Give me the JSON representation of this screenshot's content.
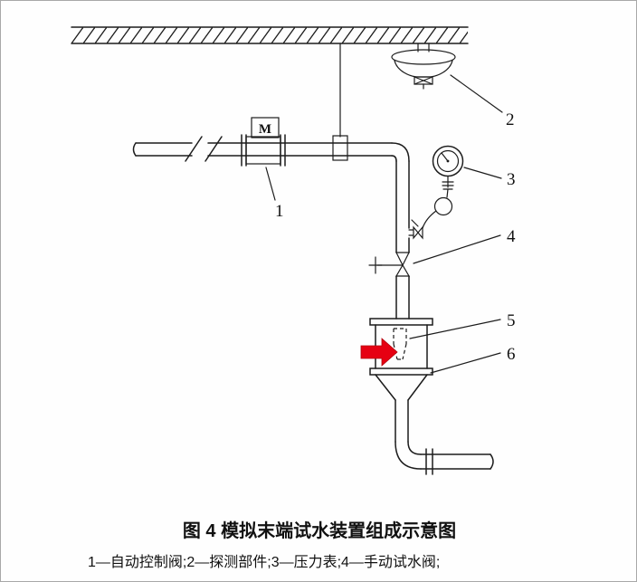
{
  "figure": {
    "caption": "图 4  模拟末端试水装置组成示意图",
    "legend": "1—自动控制阀;2—探测部件;3—压力表;4—手动试水阀;"
  },
  "diagram": {
    "motor_label": "M",
    "part_labels": [
      "1",
      "2",
      "3",
      "4",
      "5",
      "6"
    ],
    "parts": [
      {
        "number": "1",
        "name": "自动控制阀"
      },
      {
        "number": "2",
        "name": "探测部件"
      },
      {
        "number": "3",
        "name": "压力表"
      },
      {
        "number": "4",
        "name": "手动试水阀"
      }
    ],
    "colors": {
      "line": "#1c1c1c",
      "arrow_red": "#e60012",
      "background": "#fefefe"
    }
  }
}
